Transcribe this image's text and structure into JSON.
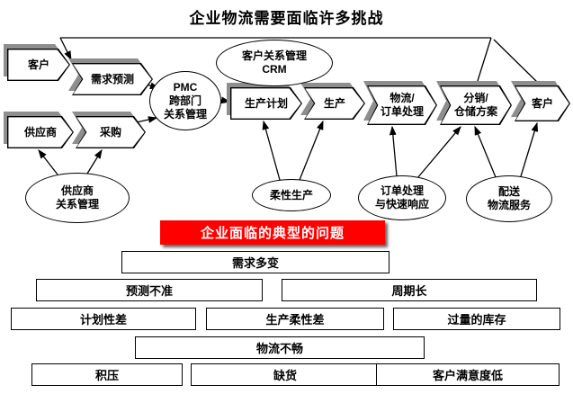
{
  "title": "企业物流需要面临许多挑战",
  "banner": {
    "label": "企业面临的典型的问题",
    "bg": "#FF0000",
    "text_color": "#FFFFFF"
  },
  "chain": {
    "customer_left": "客户",
    "demand_forecast": "需求预测",
    "supplier": "供应商",
    "procurement": "采购",
    "production_plan": "生产计划",
    "production": "生产",
    "logistics_order": "物流/\n订单处理",
    "distribution": "分销/\n仓储方案",
    "customer_right": "客户"
  },
  "ellipses": {
    "crm": "客户关系管理\nCRM",
    "pmc": "PMC\n跨部门\n关系管理",
    "supplier_relationship": "供应商\n关系管理",
    "flexible_production": "柔性生产",
    "order_quick_response": "订单处理\n与快速响应",
    "delivery_logistics": "配送\n物流服务"
  },
  "problems": {
    "demand_volatility": "需求多变",
    "inaccurate_forecast": "预测不准",
    "long_cycle": "周期长",
    "poor_planning": "计划性差",
    "poor_flexibility": "生产柔性差",
    "excess_inventory": "过量的库存",
    "blocked_logistics": "物流不畅",
    "backlog": "积压",
    "stockout": "缺货",
    "low_satisfaction": "客户满意度低"
  },
  "colors": {
    "shadow": "#8E8E8E",
    "line": "#000000",
    "shape_fill": "#FFFFFF",
    "border": "#000000"
  }
}
